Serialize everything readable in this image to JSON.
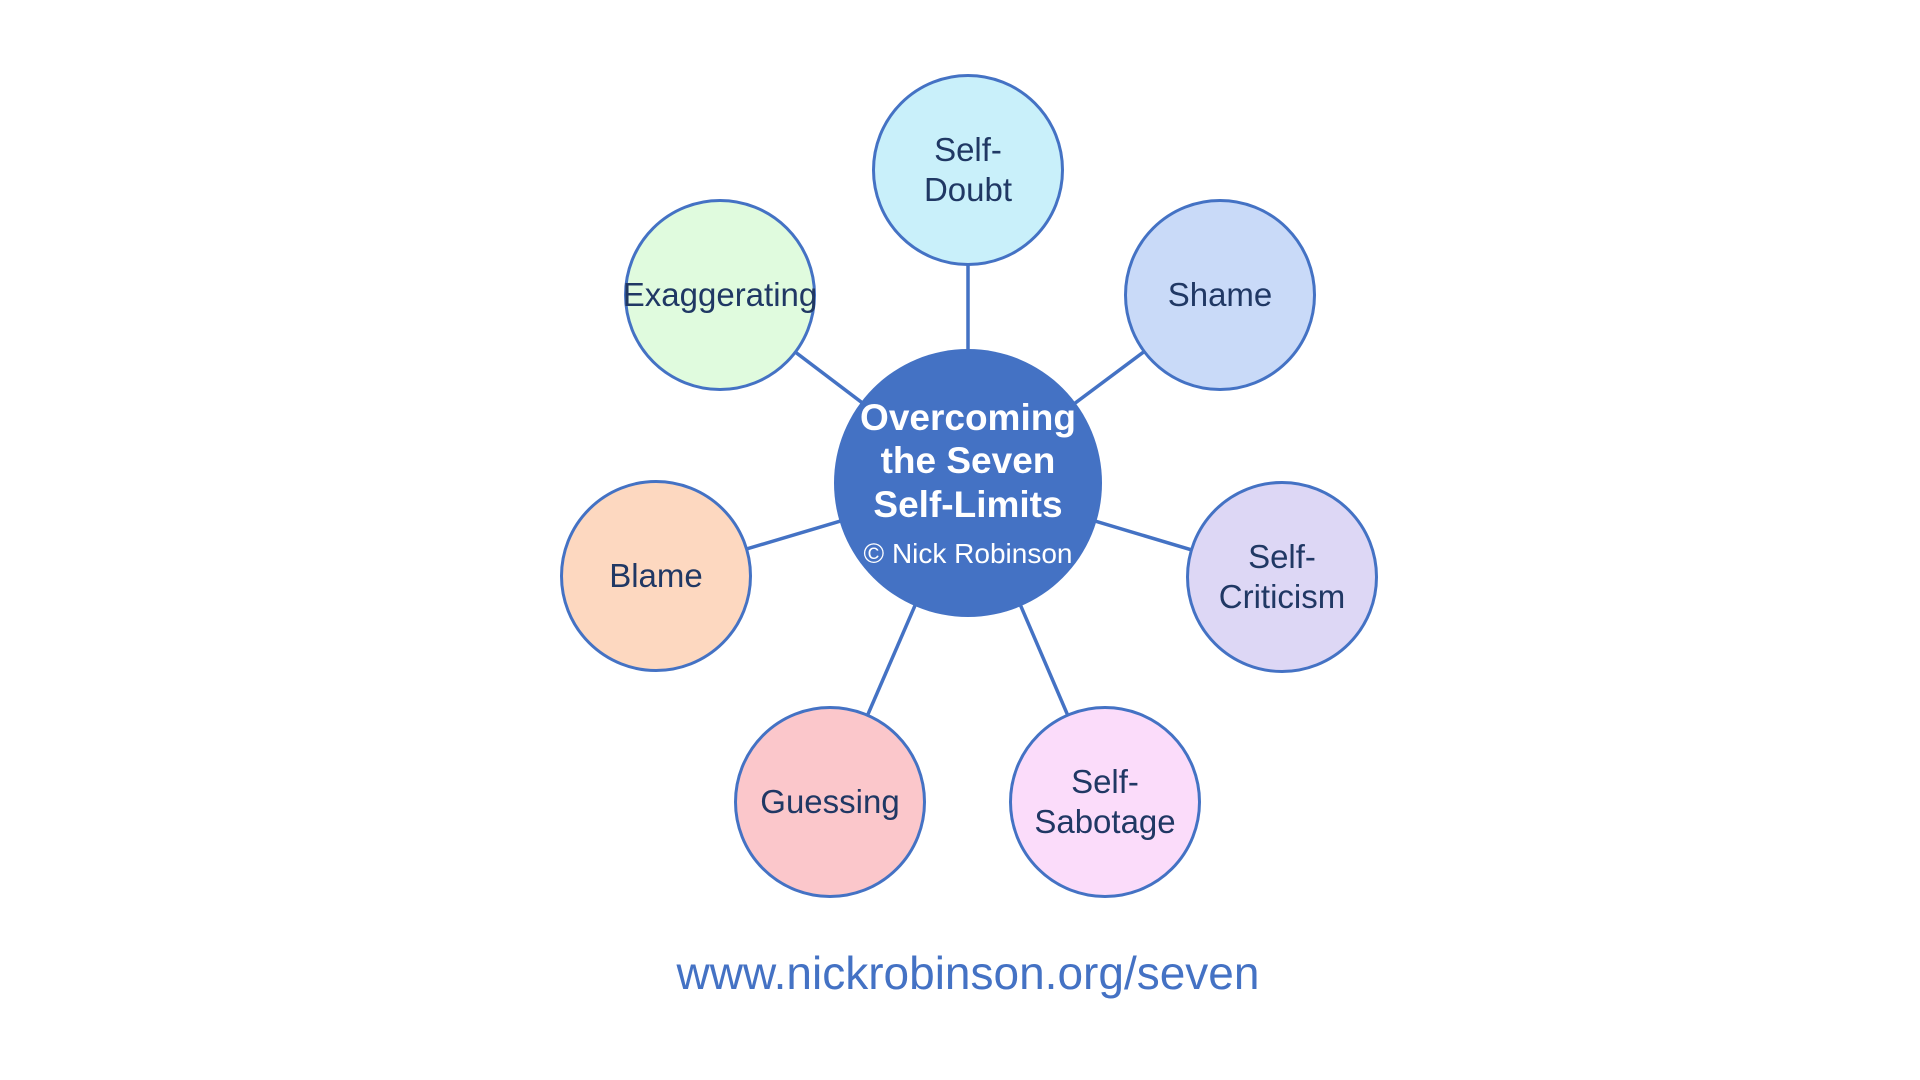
{
  "page": {
    "background": "#ffffff"
  },
  "colors": {
    "accent": "#4472C4",
    "navy": "#203864"
  },
  "center": {
    "title": "Overcoming\nthe Seven\nSelf-Limits",
    "credit": "© Nick Robinson",
    "fill": "#4472C4"
  },
  "nodes": [
    {
      "id": "self-doubt",
      "label": "Self-\nDoubt",
      "fill": "#C9F0FA"
    },
    {
      "id": "shame",
      "label": "Shame",
      "fill": "#C9DAF8"
    },
    {
      "id": "self-criticism",
      "label": "Self-\nCriticism",
      "fill": "#DDD7F5"
    },
    {
      "id": "self-sabotage",
      "label": "Self-\nSabotage",
      "fill": "#FBDCFA"
    },
    {
      "id": "guessing",
      "label": "Guessing",
      "fill": "#FBC7CB"
    },
    {
      "id": "blame",
      "label": "Blame",
      "fill": "#FDD8C0"
    },
    {
      "id": "exaggerating",
      "label": "Exaggerating",
      "fill": "#E0FBDE"
    }
  ],
  "footer": {
    "url": "www.nickrobinson.org/seven"
  }
}
